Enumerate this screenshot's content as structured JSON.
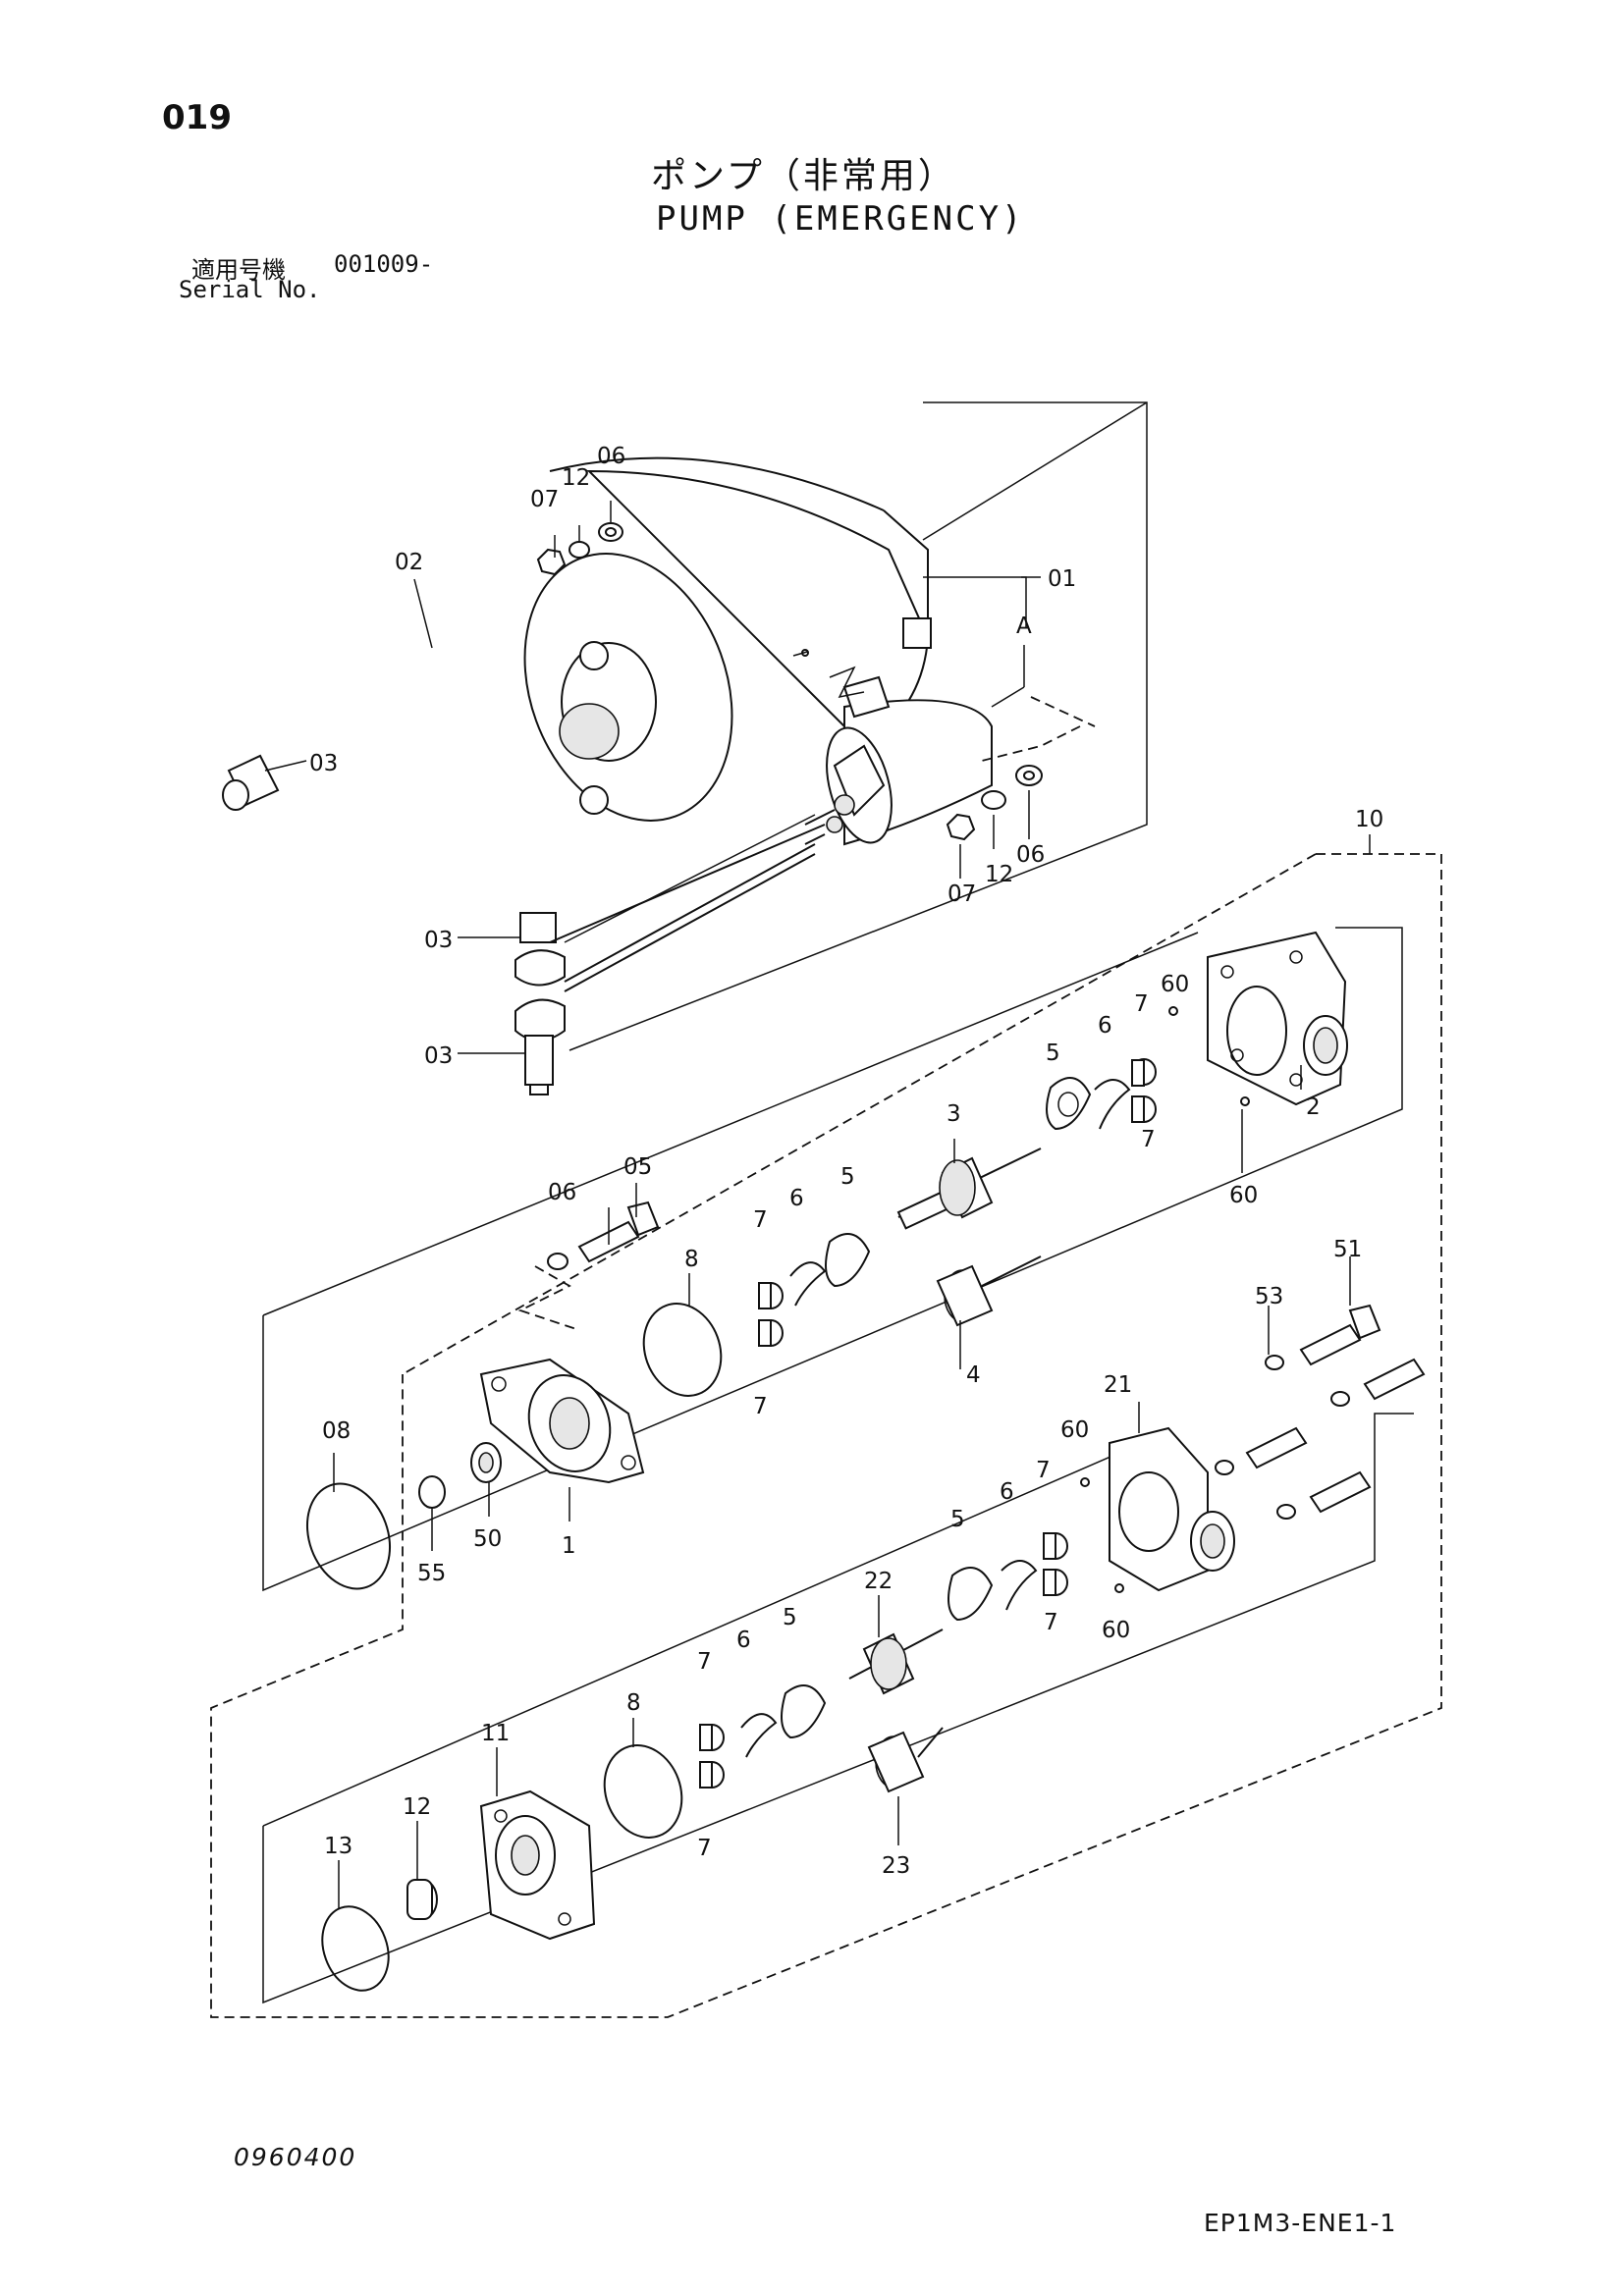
{
  "header": {
    "page_number": "019",
    "title_ja": "ポンプ（非常用）",
    "title_en": "PUMP (EMERGENCY)",
    "serial_label_ja": "適用号機",
    "serial_number": "001009-",
    "serial_label_en": "Serial No."
  },
  "footer": {
    "doc_code": "0960400",
    "sheet_code": "EP1M3-ENE1-1"
  },
  "callouts": [
    "07",
    "12",
    "06",
    "02",
    "01",
    "A",
    "03",
    "07",
    "12",
    "06",
    "10",
    "03",
    "03",
    "60",
    "7",
    "6",
    "5",
    "3",
    "2",
    "7",
    "60",
    "05",
    "06",
    "8",
    "7",
    "6",
    "5",
    "7",
    "4",
    "51",
    "53",
    "21",
    "60",
    "7",
    "6",
    "5",
    "08",
    "50",
    "1",
    "55",
    "22",
    "7",
    "60",
    "8",
    "7",
    "6",
    "5",
    "11",
    "12",
    "13",
    "7",
    "23"
  ]
}
